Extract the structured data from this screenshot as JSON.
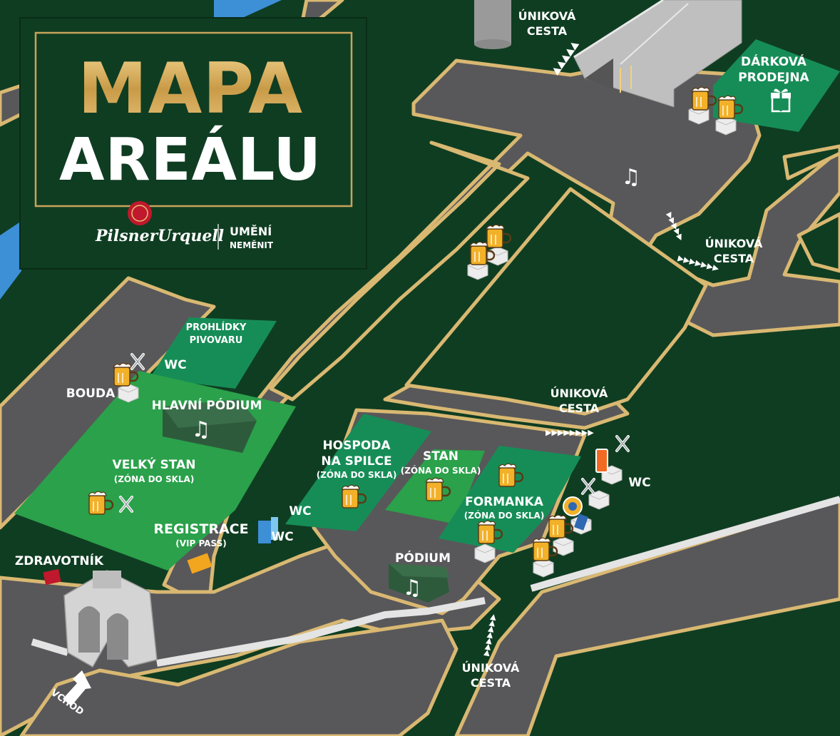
{
  "title": {
    "line1": "MAPA",
    "line2": "AREÁLU",
    "brand": "PilsnerUrquell",
    "slogan_line1": "UMĚNÍ",
    "slogan_line2": "NEMĚNIT"
  },
  "labels": {
    "prohlidky_1": "PROHLÍDKY",
    "prohlidky_2": "PIVOVARU",
    "wc_top": "WC",
    "bouda": "BOUDA",
    "hlavni_podium": "HLAVNÍ PÓDIUM",
    "velky_stan": "VELKÝ STAN",
    "velky_stan_sub": "(ZÓNA DO SKLA)",
    "registrace": "REGISTRACE",
    "registrace_sub": "(VIP PASS)",
    "wc_mid1": "WC",
    "wc_mid2": "WC",
    "zdravotnik": "ZDRAVOTNÍK",
    "vchod": "VCHOD",
    "hospoda_1": "HOSPODA",
    "hospoda_2": "NA SPILCE",
    "hospoda_sub": "(ZÓNA DO SKLA)",
    "stan": "STAN",
    "stan_sub": "(ZÓNA DO SKLA)",
    "formanka": "FORMANKA",
    "formanka_sub": "(ZÓNA DO SKLA)",
    "podium": "PÓDIUM",
    "wc_right": "WC",
    "darkova_1": "DÁRKOVÁ",
    "darkova_2": "PRODEJNA",
    "unikova_top_1": "ÚNIKOVÁ",
    "unikova_top_2": "CESTA",
    "unikova_right_1": "ÚNIKOVÁ",
    "unikova_right_2": "CESTA",
    "unikova_mid_1": "ÚNIKOVÁ",
    "unikova_mid_2": "CESTA",
    "unikova_bottom_1": "ÚNIKOVÁ",
    "unikova_bottom_2": "CESTA"
  },
  "icons": {
    "beer": "beer-mug-icon",
    "cutlery": "cutlery-icon",
    "music": "music-note-icon",
    "gift": "gift-icon",
    "medic": "medic-box-icon",
    "arrow": "entrance-arrow-icon"
  },
  "colors": {
    "background": "#0f3d22",
    "road": "#58585a",
    "road_edge": "#d9b872",
    "zone_green": "#2aa14a",
    "zone_teal": "#168d57",
    "stage": "#2e5a3c",
    "title_gold": "#d8b463",
    "water": "#3d8fd6"
  }
}
